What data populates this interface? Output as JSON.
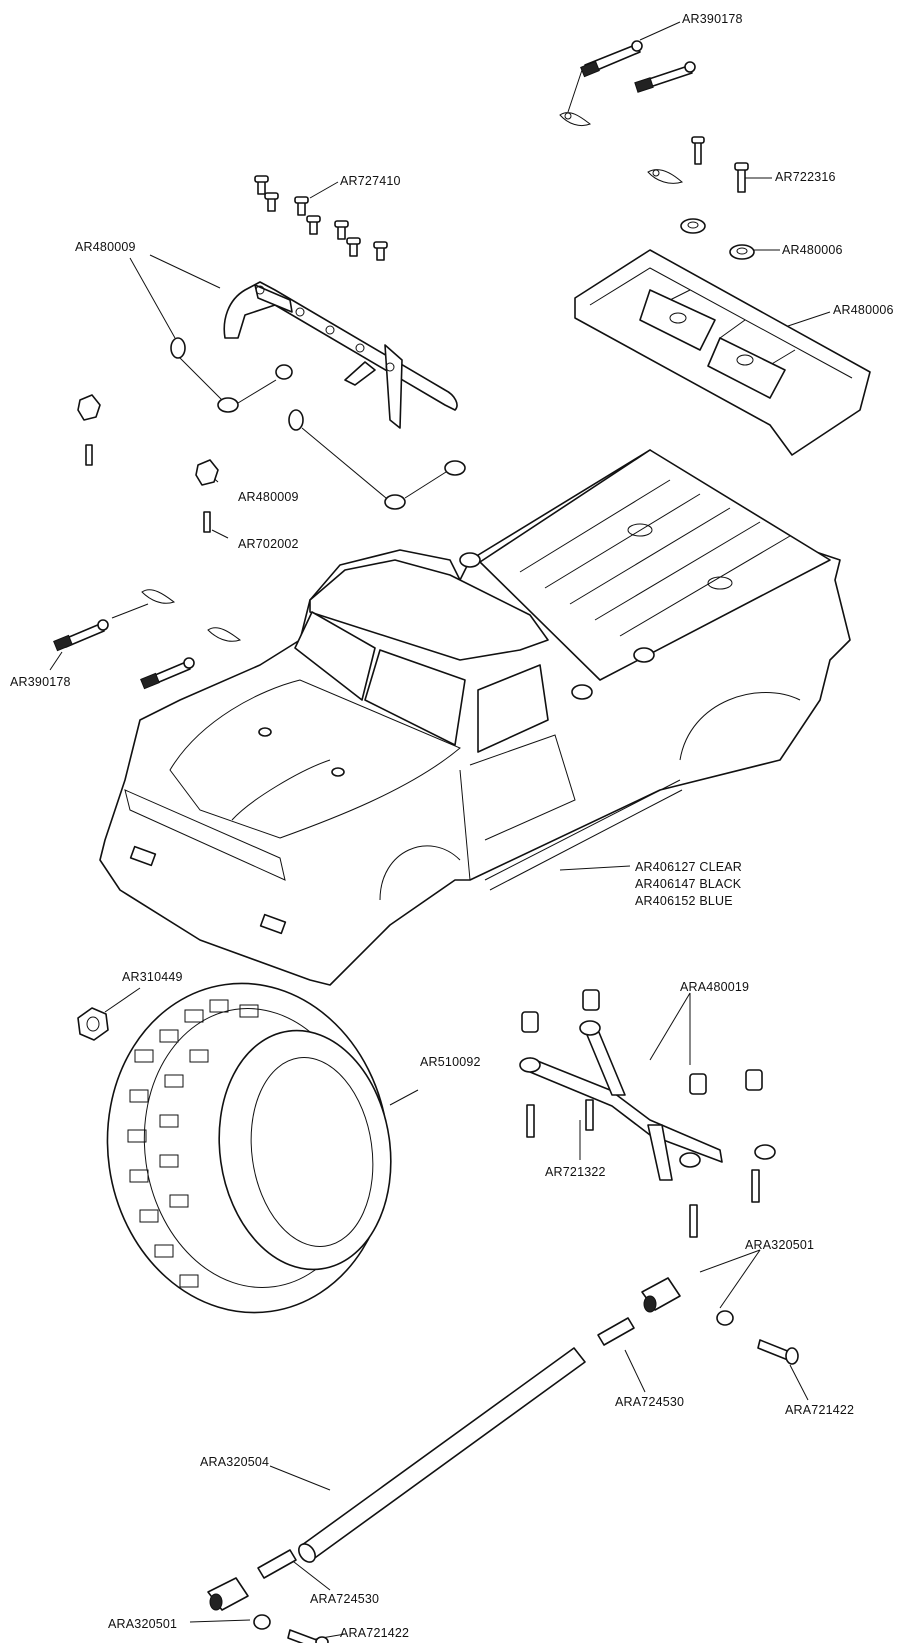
{
  "labels": {
    "l1": "AR390178",
    "l2": "AR727410",
    "l3": "AR722316",
    "l4": "AR480009",
    "l5": "AR480006",
    "l6": "AR480006",
    "l7": "AR480009",
    "l8": "AR702002",
    "l9": "AR390178",
    "l10a": "AR406127 CLEAR",
    "l10b": "AR406147 BLACK",
    "l10c": "AR406152 BLUE",
    "l11": "AR310449",
    "l12": "ARA480019",
    "l13": "AR510092",
    "l14": "AR721322",
    "l15": "ARA320501",
    "l16": "ARA724530",
    "l17": "ARA721422",
    "l18": "ARA320504",
    "l19": "ARA724530",
    "l20": "ARA320501",
    "l21": "ARA721422"
  }
}
